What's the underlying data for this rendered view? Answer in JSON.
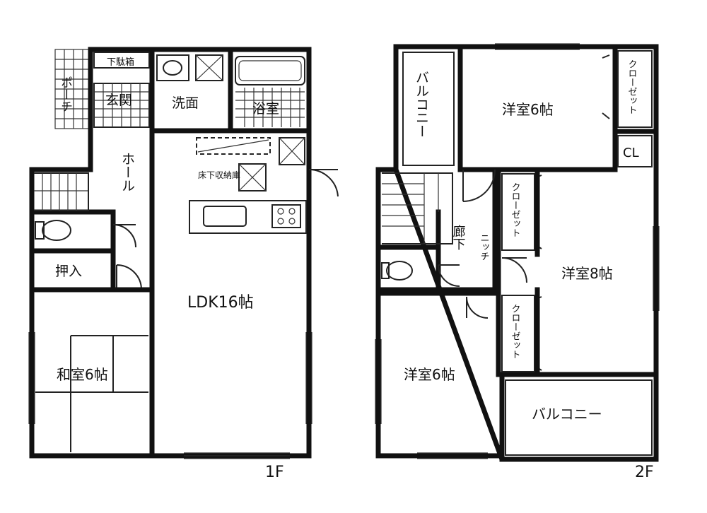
{
  "floor1": {
    "label": "1F",
    "rooms": {
      "porch": "ポーチ",
      "shoe_box": "下駄箱",
      "entrance": "玄関",
      "washroom": "洗面",
      "bathroom": "浴室",
      "hall": "ホール",
      "underfloor_storage": "床下収納庫",
      "toilet_storage": "押入",
      "ldk": "LDK16帖",
      "japanese_room": "和室6帖"
    }
  },
  "floor2": {
    "label": "2F",
    "rooms": {
      "balcony_north": "バルコニー",
      "western_room_a": "洋室6帖",
      "closet_a": "クローゼット",
      "cl": "CL",
      "closet_b": "クローゼット",
      "corridor": "廊下",
      "niche": "ニッチ",
      "western_room_b": "洋室8帖",
      "closet_c": "クローゼット",
      "western_room_c": "洋室6帖",
      "balcony_south": "バルコニー"
    }
  }
}
